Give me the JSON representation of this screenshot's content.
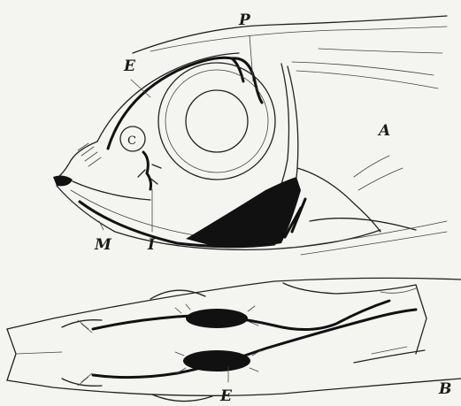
{
  "figure": {
    "labels": {
      "P": "P",
      "E_head": "E",
      "A": "A",
      "C": "C",
      "M": "M",
      "I": "I",
      "E_dorsal": "E",
      "B": "B"
    }
  }
}
